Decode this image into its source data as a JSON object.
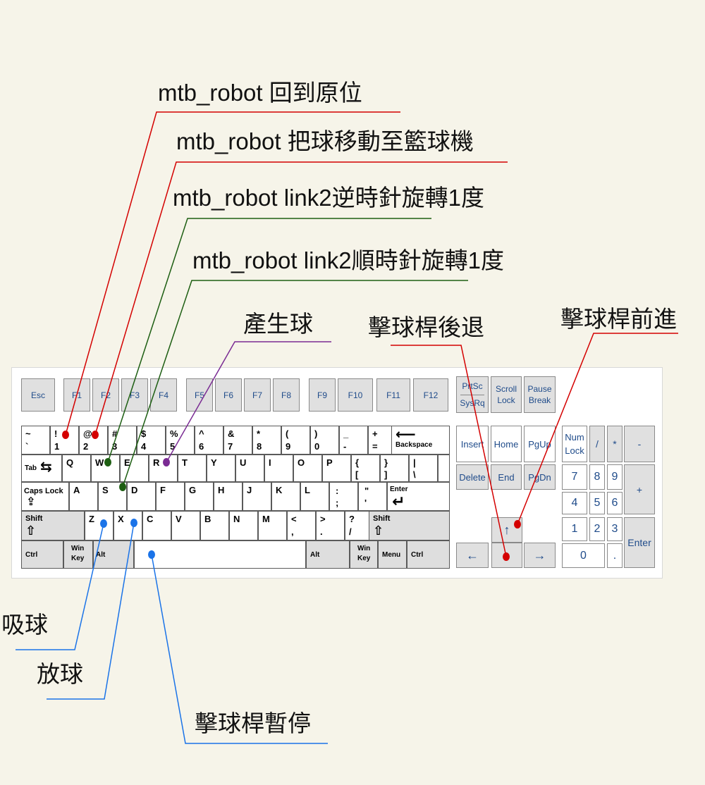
{
  "colors": {
    "red": "#d40000",
    "green": "#1d5e12",
    "purple": "#7a2b93",
    "blue": "#1a73e8"
  },
  "labels": {
    "home": "mtb_robot 回到原位",
    "move_basket": "mtb_robot 把球移動至籃球機",
    "ccw": "mtb_robot link2逆時針旋轉1度",
    "cw": "mtb_robot link2順時針旋轉1度",
    "spawn": "產生球",
    "retreat": "擊球桿後退",
    "advance": "擊球桿前進",
    "suck": "吸球",
    "release": "放球",
    "pause": "擊球桿暫停"
  },
  "keys": {
    "esc": "Esc",
    "f": [
      "F1",
      "F2",
      "F3",
      "F4",
      "F5",
      "F6",
      "F7",
      "F8",
      "F9",
      "F10",
      "F11",
      "F12"
    ],
    "prtsc_top": "PrtSc",
    "prtsc_bottom": "SysRq",
    "scroll_top": "Scroll",
    "scroll_bottom": "Lock",
    "pause_top": "Pause",
    "pause_bottom": "Break",
    "num_row": [
      {
        "top": "~",
        "bottom": "`"
      },
      {
        "top": "!",
        "bottom": "1"
      },
      {
        "top": "@",
        "bottom": "2"
      },
      {
        "top": "#",
        "bottom": "3"
      },
      {
        "top": "$",
        "bottom": "4"
      },
      {
        "top": "%",
        "bottom": "5"
      },
      {
        "top": "^",
        "bottom": "6"
      },
      {
        "top": "&",
        "bottom": "7"
      },
      {
        "top": "*",
        "bottom": "8"
      },
      {
        "top": "(",
        "bottom": "9"
      },
      {
        "top": ")",
        "bottom": "0"
      },
      {
        "top": "_",
        "bottom": "-"
      },
      {
        "top": "+",
        "bottom": "="
      }
    ],
    "backspace": "Backspace",
    "tab": "Tab",
    "q_row": [
      "Q",
      "W",
      "E",
      "R",
      "T",
      "Y",
      "U",
      "I",
      "O",
      "P"
    ],
    "q_row_sym": [
      {
        "top": "{",
        "bottom": "["
      },
      {
        "top": "}",
        "bottom": "]"
      },
      {
        "top": "|",
        "bottom": "\\"
      }
    ],
    "caps": "Caps Lock",
    "a_row": [
      "A",
      "S",
      "D",
      "F",
      "G",
      "H",
      "J",
      "K",
      "L"
    ],
    "a_row_sym": [
      {
        "top": ":",
        "bottom": ";"
      },
      {
        "top": "\"",
        "bottom": "'"
      }
    ],
    "enter": "Enter",
    "shift": "Shift",
    "z_row": [
      "Z",
      "X",
      "C",
      "V",
      "B",
      "N",
      "M"
    ],
    "z_row_sym": [
      {
        "top": "<",
        "bottom": ","
      },
      {
        "top": ">",
        "bottom": "."
      },
      {
        "top": "?",
        "bottom": "/"
      }
    ],
    "ctrl": "Ctrl",
    "win_top": "Win",
    "win_bottom": "Key",
    "alt": "Alt",
    "menu": "Menu",
    "nav": [
      "Insert",
      "Home",
      "PgUp",
      "Delete",
      "End",
      "PgDn"
    ],
    "num_lock_top": "Num",
    "num_lock_bottom": "Lock",
    "numpad": [
      "/",
      "*",
      "-",
      "7",
      "8",
      "9",
      "+",
      "4",
      "5",
      "6",
      "1",
      "2",
      "3",
      "Enter",
      "0",
      "."
    ]
  }
}
